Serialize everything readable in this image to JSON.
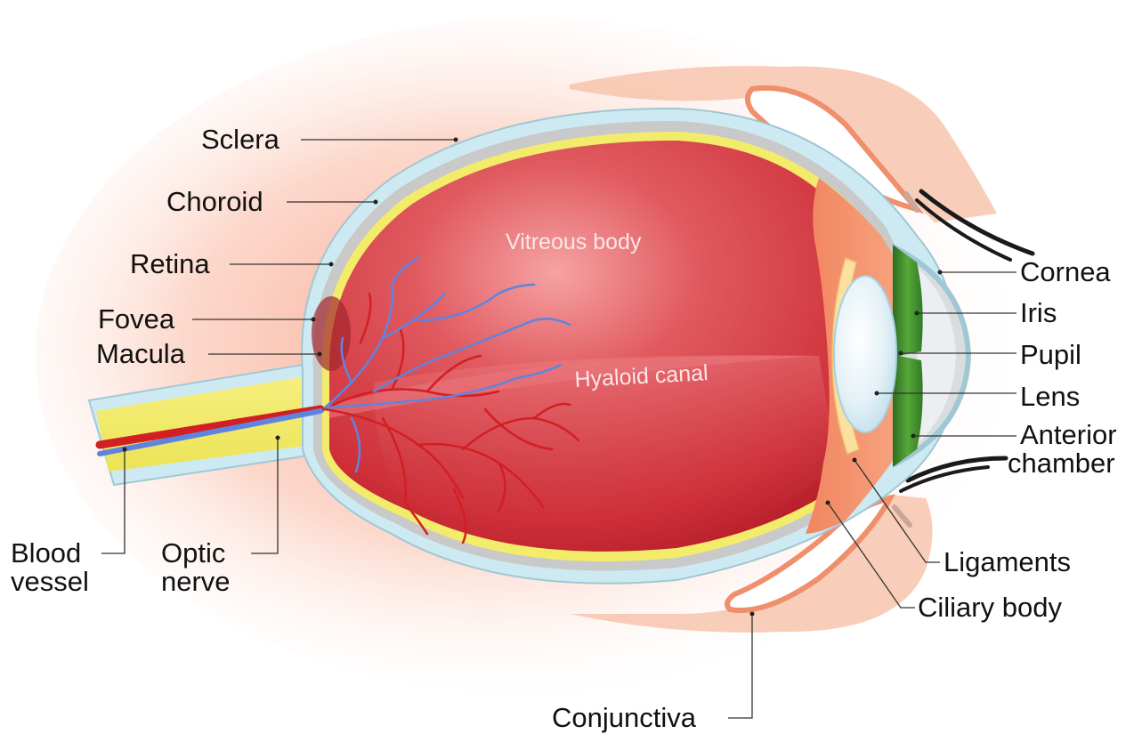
{
  "diagram": {
    "inner_labels": {
      "vitreous_body": "Vitreous body",
      "hyaloid_canal": "Hyaloid canal"
    },
    "left_labels": {
      "sclera": "Sclera",
      "choroid": "Choroid",
      "retina": "Retina",
      "fovea": "Fovea",
      "macula": "Macula",
      "blood_vessel": [
        "Blood",
        "vessel"
      ],
      "optic_nerve": [
        "Optic",
        "nerve"
      ]
    },
    "right_labels": {
      "cornea": "Cornea",
      "iris": "Iris",
      "pupil": "Pupil",
      "lens": "Lens",
      "anterior_chamber": [
        "Anterior",
        "chamber"
      ],
      "ligaments": "Ligaments",
      "ciliary_body": "Ciliary body"
    },
    "bottom_labels": {
      "conjunctiva": "Conjunctiva"
    }
  },
  "colors": {
    "sclera_outer": "#cdeaf2",
    "choroid_grey": "#c9c9c9",
    "retina_yellow": "#f3ec6a",
    "vitreous_red": "#d8434b",
    "vitreous_dark": "#b51e2a",
    "iris_green": "#3e8f2e",
    "lens_blue": "#d7ecf5",
    "skin": "#f6c0a8",
    "artery_red": "#d21f23",
    "vein_blue": "#5f84e0"
  }
}
